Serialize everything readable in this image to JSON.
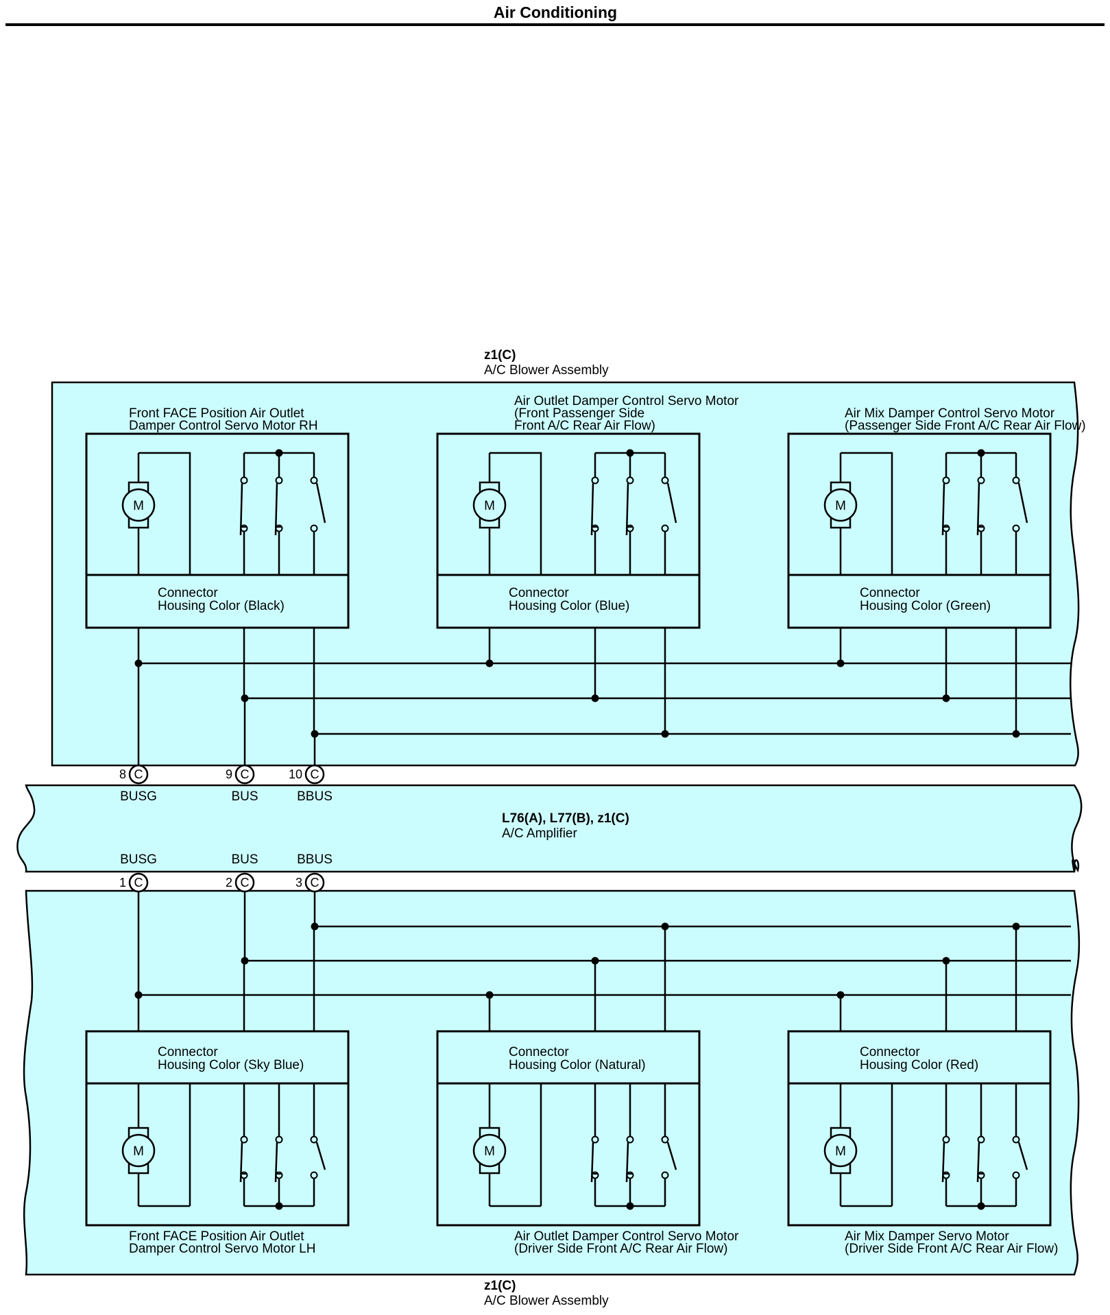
{
  "header": {
    "title": "Air Conditioning"
  },
  "colors": {
    "panel": "#ccfdfe",
    "line": "#000000",
    "page": "#ffffff"
  },
  "top_assembly": {
    "code": "z1(C)",
    "name": "A/C Blower Assembly"
  },
  "bottom_assembly": {
    "code": "z1(C)",
    "name": "A/C Blower Assembly"
  },
  "amplifier": {
    "code": "L76(A), L77(B), z1(C)",
    "name": "A/C Amplifier"
  },
  "top_pins": [
    {
      "num": "8",
      "conn": "C",
      "signal": "BUSG"
    },
    {
      "num": "9",
      "conn": "C",
      "signal": "BUS"
    },
    {
      "num": "10",
      "conn": "C",
      "signal": "BBUS"
    }
  ],
  "bottom_pins": [
    {
      "num": "1",
      "conn": "C",
      "signal": "BUSG"
    },
    {
      "num": "2",
      "conn": "C",
      "signal": "BUS"
    },
    {
      "num": "3",
      "conn": "C",
      "signal": "BBUS"
    }
  ],
  "motor_symbol": "M",
  "top_motors": [
    {
      "name": [
        "Front FACE Position Air Outlet",
        "Damper Control Servo Motor RH"
      ],
      "connector": [
        "Connector",
        "Housing Color (Black)"
      ]
    },
    {
      "name": [
        "Air Outlet Damper Control Servo Motor",
        "(Front Passenger Side",
        " Front A/C Rear Air Flow)"
      ],
      "connector": [
        "Connector",
        "Housing Color (Blue)"
      ]
    },
    {
      "name": [
        "Air Mix Damper Control Servo Motor",
        "(Passenger Side Front A/C Rear Air Flow)"
      ],
      "connector": [
        "Connector",
        "Housing Color (Green)"
      ]
    }
  ],
  "bottom_motors": [
    {
      "name": [
        "Front FACE Position Air Outlet",
        "Damper Control Servo Motor LH"
      ],
      "connector": [
        "Connector",
        "Housing Color (Sky Blue)"
      ]
    },
    {
      "name": [
        "Air Outlet Damper Control Servo Motor",
        "(Driver Side Front A/C Rear Air Flow)"
      ],
      "connector": [
        "Connector",
        "Housing Color (Natural)"
      ]
    },
    {
      "name": [
        "Air Mix Damper Servo Motor",
        "(Driver Side Front A/C Rear Air Flow)"
      ],
      "connector": [
        "Connector",
        "Housing Color (Red)"
      ]
    }
  ]
}
